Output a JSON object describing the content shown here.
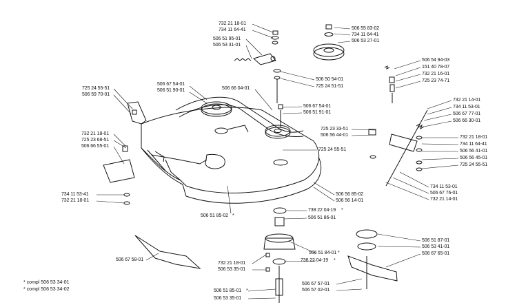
{
  "labels": {
    "l1": "732 21 18-01",
    "l2": "734 11 64-41",
    "l3": "506 51 95-01",
    "l4": "506 53 31-01",
    "l5": "506 55 83-02",
    "l6": "734 11 64-41",
    "l7": "506 53 27-01",
    "l8": "506 54 94-03",
    "l9": "151 40 78-07",
    "l10": "732 21 16-01",
    "l11": "725 23 74-71",
    "l12": "506 50 54-01",
    "l13": "725 24 51-51",
    "l14": "506 67 54-01",
    "l15": "506 51 90-01",
    "l16": "725 24 55-51",
    "l17": "506 59 70-01",
    "l18": "506 66 04-01",
    "l19": "506 67 54-01",
    "l20": "506 51 91-01",
    "l21": "732 21 14-01",
    "l22": "734 11 53-01",
    "l23": "506 67 77-01",
    "l24": "506 66 30-01",
    "l25": "725 23 33-51",
    "l26": "506 56 44-01",
    "l27": "732 21 18-01",
    "l28": "734 11 64-41",
    "l29": "732 21 18-01",
    "l30": "725 23 68-51",
    "l31": "506 66 55-01",
    "l32": "725 24 55-51",
    "l33": "506 56 41-01",
    "l34": "506 56 45-01",
    "l35": "725 24 55-51",
    "l36": "734 11 53-01",
    "l37": "506 67 76-01",
    "l38": "732 21 14-01",
    "l39": "734 11 53-41",
    "l40": "732 21 18-01",
    "l41": "506 56 85-02",
    "l42": "506 56 14-01",
    "l43": "738 22 04-19",
    "l44": "506 51 86-01",
    "l45": "506 51 85-02",
    "l46": "506 51 84-01",
    "l47": "738 22 04-19",
    "l48": "506 51 87-01",
    "l49": "506 53 41-01",
    "l50": "506 67 65-01",
    "l51": "506 67 58-01",
    "l52": "732 21 18-01",
    "l53": "506 53 35-01",
    "l54": "506 67 57-01",
    "l55": "506 57 02-01",
    "l56": "506 51 85-01",
    "l57": "506 53 35-01"
  },
  "footnotes": {
    "f1": "compl 506 53 34-01",
    "f2": "compl 506 53 34-02"
  }
}
